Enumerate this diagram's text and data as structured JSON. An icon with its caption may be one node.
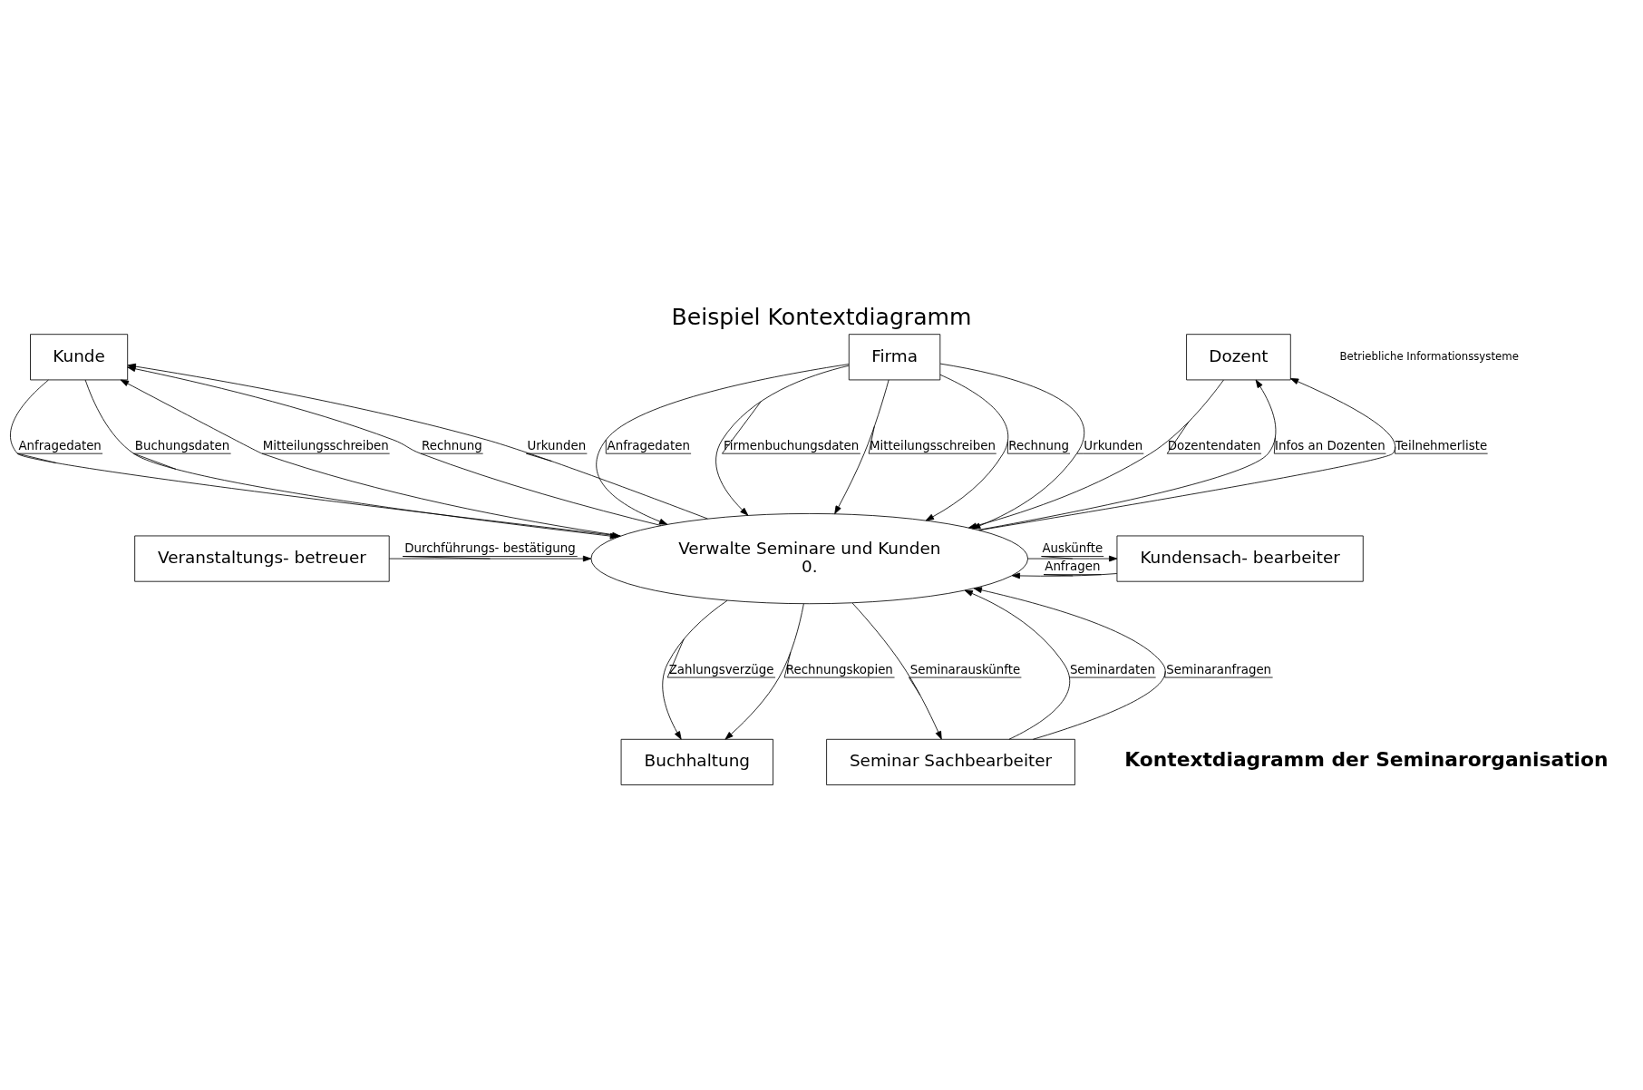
{
  "diagram": {
    "title": "Beispiel Kontextdiagramm",
    "nodes": [
      {
        "text": [
          "Firma"
        ]
      },
      {
        "text": [
          "Kunde"
        ]
      },
      {
        "text": [
          "Dozent"
        ]
      },
      {
        "text": [
          "Verwalte Seminare und Kunden",
          "0."
        ]
      },
      {
        "text": [
          "Kundensach- bearbeiter"
        ]
      },
      {
        "text": [
          "Veranstaltungs- betreuer"
        ]
      },
      {
        "text": [
          "Seminar Sachbearbeiter"
        ]
      },
      {
        "text": [
          "Buchhaltung"
        ]
      }
    ],
    "edges": [
      {
        "from": 1,
        "to": 3,
        "arrow": "to",
        "label": "Anfragedaten"
      },
      {
        "from": 1,
        "to": 3,
        "arrow": "to",
        "label": "Buchungsdaten"
      },
      {
        "from": 3,
        "to": 1,
        "arrow": "to",
        "label": "Mitteilungsschreiben"
      },
      {
        "from": 3,
        "to": 1,
        "arrow": "to",
        "label": "Rechnung"
      },
      {
        "from": 3,
        "to": 1,
        "arrow": "to",
        "label": "Urkunden"
      },
      {
        "from": 0,
        "to": 3,
        "arrow": "to",
        "label": "Anfragedaten"
      },
      {
        "from": 0,
        "to": 3,
        "arrow": "to",
        "label": "Firmenbuchungsdaten"
      },
      {
        "from": 0,
        "to": 3,
        "arrow": "to",
        "label": "Mitteilungsschreiben"
      },
      {
        "from": 0,
        "to": 3,
        "arrow": "to",
        "label": "Rechnung"
      },
      {
        "from": 0,
        "to": 3,
        "arrow": "to",
        "label": "Urkunden"
      },
      {
        "from": 2,
        "to": 3,
        "arrow": "to",
        "label": "Dozentendaten"
      },
      {
        "from": 3,
        "to": 2,
        "arrow": "to",
        "label": "Infos an Dozenten"
      },
      {
        "from": 3,
        "to": 2,
        "arrow": "to",
        "label": "Teilnehmerliste"
      },
      {
        "from": 4,
        "to": 3,
        "arrow": "to",
        "label": "Anfragen"
      },
      {
        "from": 3,
        "to": 4,
        "arrow": "to",
        "label": "Auskünfte"
      },
      {
        "from": 5,
        "to": 3,
        "arrow": "to",
        "label": "Durchführungs- bestätigung"
      },
      {
        "from": 6,
        "to": 3,
        "arrow": "to",
        "label": "Seminardaten"
      },
      {
        "from": 6,
        "to": 3,
        "arrow": "to",
        "label": "Seminaranfragen"
      },
      {
        "from": 3,
        "to": 6,
        "arrow": "to",
        "label": "Seminarauskünfte"
      },
      {
        "from": 3,
        "to": 7,
        "arrow": "to",
        "label": "Zahlungsverzüge"
      },
      {
        "from": 3,
        "to": 7,
        "arrow": "to",
        "label": "Rechnungskopien"
      }
    ],
    "labels": [
      "Betriebliche Informationssysteme",
      "Kontextdiagramm der Seminarorganisation"
    ]
  }
}
